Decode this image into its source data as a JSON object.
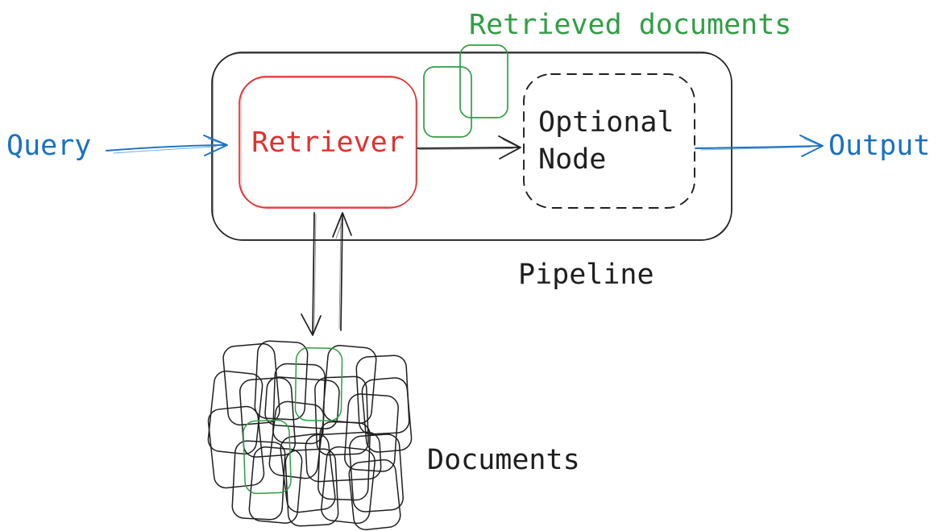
{
  "diagram": {
    "labels": {
      "query": "Query",
      "retriever": "Retriever",
      "retrieved_documents": "Retrieved documents",
      "optional_node": "Optional Node",
      "output": "Output",
      "pipeline": "Pipeline",
      "documents": "Documents"
    },
    "colors": {
      "ink": "#1e1e1e",
      "blue": "#1971c2",
      "red": "#e03131",
      "green": "#2f9e44",
      "bg": "#ffffff"
    }
  }
}
